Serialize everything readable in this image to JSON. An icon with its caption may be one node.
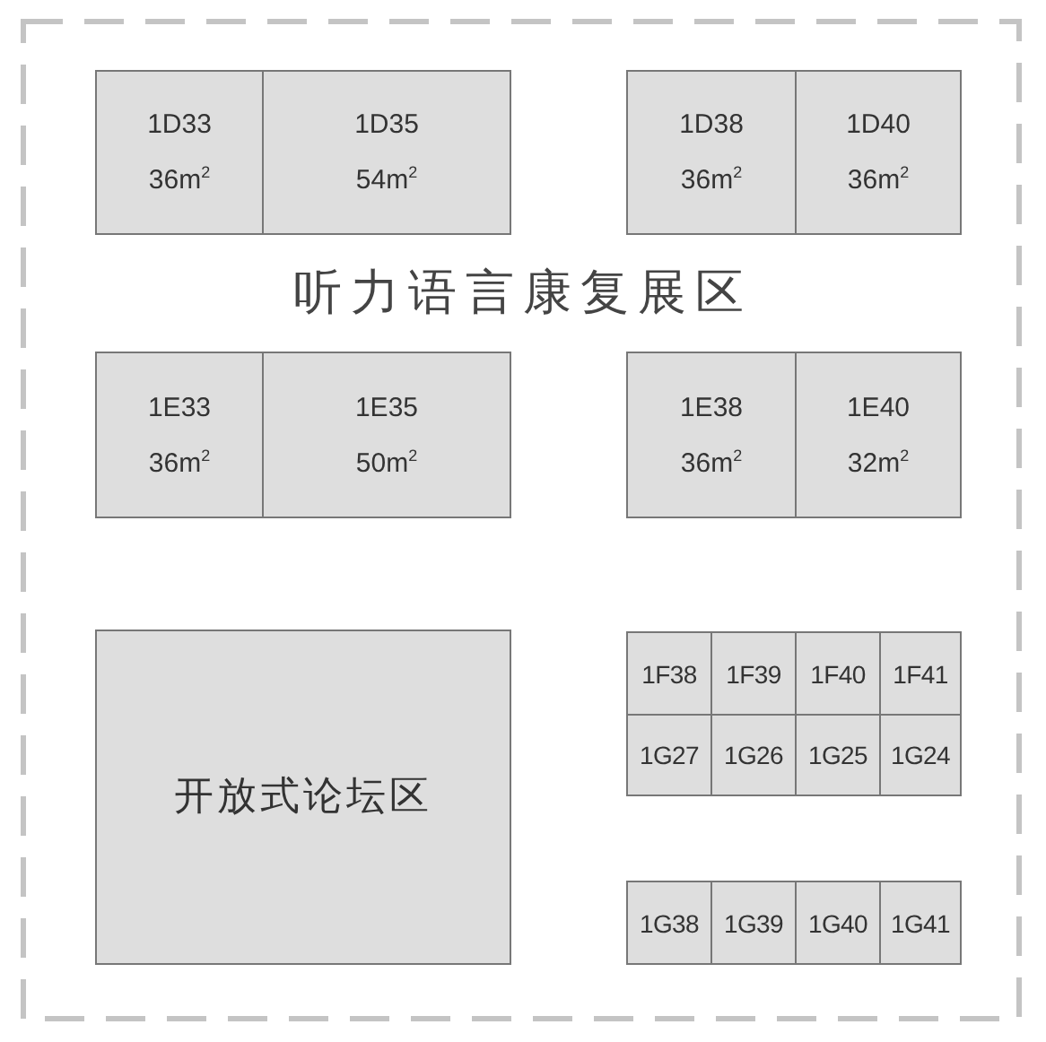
{
  "diagram": {
    "nodes": [
      {
        "text": [
          "1D33",
          "36m$^{2}$"
        ]
      },
      {
        "text": [
          "1D35",
          "54m$^{2}$"
        ]
      },
      {
        "text": [
          "1D38",
          "36m$^{2}$"
        ]
      },
      {
        "text": [
          "1D40",
          "36m$^{2}$"
        ]
      },
      {
        "text": [
          "1E33",
          "36m$^{2}$"
        ]
      },
      {
        "text": [
          "1E35",
          "50m$^{2}$"
        ]
      },
      {
        "text": [
          "1E38",
          "36m$^{2}$"
        ]
      },
      {
        "text": [
          "1E40",
          "32m$^{2}$"
        ]
      },
      {
        "text": [
          "开放式论坛区"
        ]
      },
      {
        "text": [
          "1F38"
        ]
      },
      {
        "text": [
          "1F39"
        ]
      },
      {
        "text": [
          "1F40"
        ]
      },
      {
        "text": [
          "1F41"
        ]
      },
      {
        "text": [
          "1G27"
        ]
      },
      {
        "text": [
          "1G26"
        ]
      },
      {
        "text": [
          "1G25"
        ]
      },
      {
        "text": [
          "1G24"
        ]
      },
      {
        "text": [
          "1G38"
        ]
      },
      {
        "text": [
          "1G39"
        ]
      },
      {
        "text": [
          "1G40"
        ]
      },
      {
        "text": [
          "1G41"
        ]
      }
    ],
    "labels": [
      "听力语言康复展区"
    ]
  }
}
